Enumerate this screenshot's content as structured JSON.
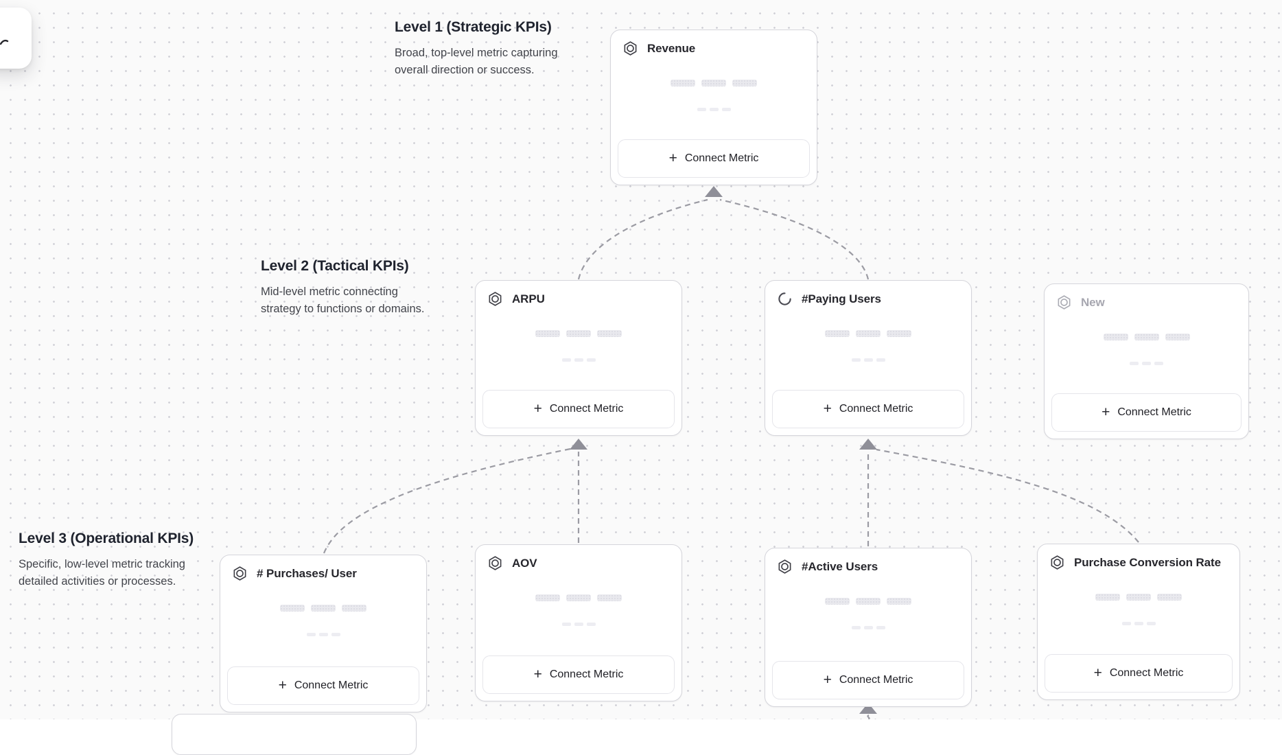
{
  "canvas": {
    "type": "metric-tree-canvas"
  },
  "sections": [
    {
      "title": "Level 1 (Strategic KPIs)",
      "description_lines": [
        "Broad, top-level metric capturing",
        "overall direction or success."
      ]
    },
    {
      "title": "Level 2 (Tactical KPIs)",
      "description_lines": [
        "Mid-level metric connecting",
        "strategy to functions or domains."
      ]
    },
    {
      "title": "Level 3 (Operational KPIs)",
      "description_lines": [
        "Specific, low-level metric tracking",
        "detailed activities or processes."
      ]
    }
  ],
  "cards": [
    {
      "title": "Revenue",
      "icon": "metric-hexagon-icon",
      "level": 1,
      "loading_skeleton": true
    },
    {
      "title": "ARPU",
      "icon": "metric-hexagon-icon",
      "level": 2,
      "loading_skeleton": true
    },
    {
      "title": "#Paying Users",
      "icon": "loading-spinner-icon",
      "level": 2,
      "loading_skeleton": true
    },
    {
      "title": "New",
      "icon": "metric-hexagon-icon",
      "level": 2,
      "placeholder": true,
      "loading_skeleton": true
    },
    {
      "title": "# Purchases/ User",
      "icon": "metric-hexagon-icon",
      "level": 3,
      "loading_skeleton": true
    },
    {
      "title": "AOV",
      "icon": "metric-hexagon-icon",
      "level": 3,
      "loading_skeleton": true
    },
    {
      "title": "#Active Users",
      "icon": "metric-hexagon-icon",
      "level": 3,
      "loading_skeleton": true
    },
    {
      "title": "Purchase Conversion Rate",
      "icon": "metric-hexagon-icon",
      "level": 3,
      "loading_skeleton": true
    }
  ],
  "card_button": {
    "plus": "+",
    "label": "Connect Metric"
  },
  "connections": [
    {
      "from": "ARPU",
      "to": "Revenue"
    },
    {
      "from": "#Paying Users",
      "to": "Revenue"
    },
    {
      "from": "# Purchases/ User",
      "to": "ARPU"
    },
    {
      "from": "AOV",
      "to": "ARPU"
    },
    {
      "from": "#Active Users",
      "to": "#Paying Users"
    },
    {
      "from": "Purchase Conversion Rate",
      "to": "#Paying Users"
    },
    {
      "from": "offscreen-card-below",
      "to": "#Active Users"
    }
  ],
  "colors": {
    "canvas_bg": "#fafafa",
    "grid_dot": "#d1d1d7",
    "card_bg": "#ffffff",
    "card_border": "#d5d5db",
    "card_title": "#26262c",
    "placeholder_text": "#a7a7b0",
    "skeleton": "#e9e9ee",
    "connector": "#9b9ba3",
    "arrowhead": "#8f8f98",
    "section_title": "#1f232e",
    "section_desc": "#42444b"
  }
}
